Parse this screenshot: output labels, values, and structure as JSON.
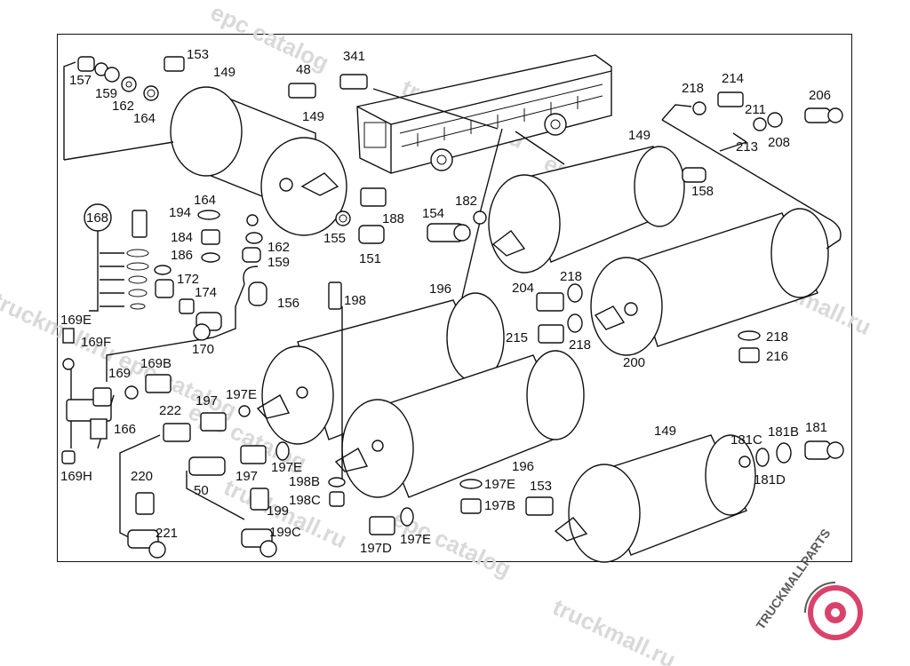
{
  "diagram": {
    "labels": {
      "l157": "157",
      "l159a": "159",
      "l162a": "162",
      "l164a": "164",
      "l153a": "153",
      "l149a": "149",
      "l48": "48",
      "l341": "341",
      "l149b": "149",
      "l218a": "218",
      "l214": "214",
      "l211": "211",
      "l206": "206",
      "l213": "213",
      "l208": "208",
      "l149c": "149",
      "l158": "158",
      "l168": "168",
      "l194": "194",
      "l164b": "164",
      "l184": "184",
      "l186": "186",
      "l162b": "162",
      "l159b": "159",
      "l172": "172",
      "l174": "174",
      "l188": "188",
      "l155": "155",
      "l151": "151",
      "l154": "154",
      "l182": "182",
      "l156": "156",
      "l198": "198",
      "l196a": "196",
      "l204": "204",
      "l218b": "218",
      "l218c": "218",
      "l215": "215",
      "l200": "200",
      "l218d": "218",
      "l216": "216",
      "l169E": "169E",
      "l169F": "169F",
      "l170": "170",
      "l169": "169",
      "l169B": "169B",
      "l166": "166",
      "l197a": "197",
      "l197E_a": "197E",
      "l222": "222",
      "l169H": "169H",
      "l197E_b": "197E",
      "l197b": "197",
      "l50": "50",
      "l220": "220",
      "l221": "221",
      "l199": "199",
      "l199C": "199C",
      "l198B": "198B",
      "l198C": "198C",
      "l196b": "196",
      "l197E_c": "197E",
      "l197B": "197B",
      "l153b": "153",
      "l197D": "197D",
      "l197E_d": "197E",
      "l149d": "149",
      "l181C": "181C",
      "l181B": "181B",
      "l181": "181",
      "l181D": "181D"
    }
  },
  "watermarks": {
    "wm1": "epc catalog",
    "wm2": "truckmall.ru",
    "wm3": "epc catalog",
    "wm4": "truckmall.ru",
    "wm5": "truckmall.ru epc catalog",
    "wm6": "epc catalog",
    "wm7": "truckmall.ru",
    "wm8": "epc catalog"
  },
  "logo": {
    "text": "TRUCKMALLPARTS",
    "colors": {
      "dark": "#5a5a5a",
      "accent": "#d9436b"
    }
  }
}
